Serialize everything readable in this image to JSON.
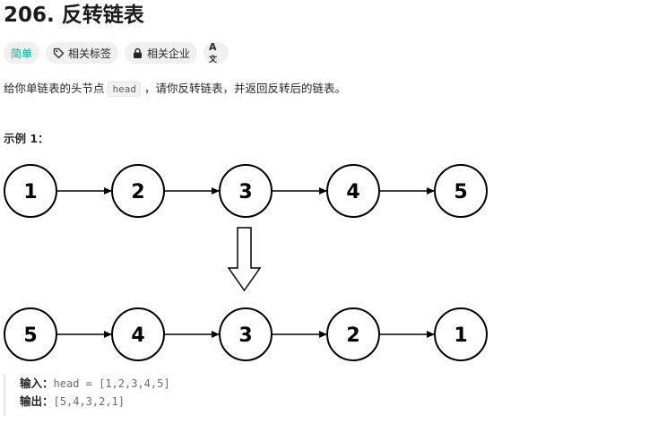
{
  "problem": {
    "title": "206. 反转链表"
  },
  "tags": {
    "difficulty": "简单",
    "related_tags": "相关标签",
    "related_companies": "相关企业",
    "translate_icon_text": "A"
  },
  "description": {
    "part1": "给你单链表的头节点 ",
    "code": "head",
    "part2": " ，请你反转链表，并返回反转后的链表。"
  },
  "example": {
    "title": "示例 1：",
    "input_label": "输入：",
    "input_value": "head = [1,2,3,4,5]",
    "output_label": "输出：",
    "output_value": "[5,4,3,2,1]"
  },
  "diagram": {
    "top_list": [
      "1",
      "2",
      "3",
      "4",
      "5"
    ],
    "bottom_list": [
      "5",
      "4",
      "3",
      "2",
      "1"
    ]
  },
  "colors": {
    "easy": "#00af9b",
    "tag_bg": "#f0f0f0"
  }
}
